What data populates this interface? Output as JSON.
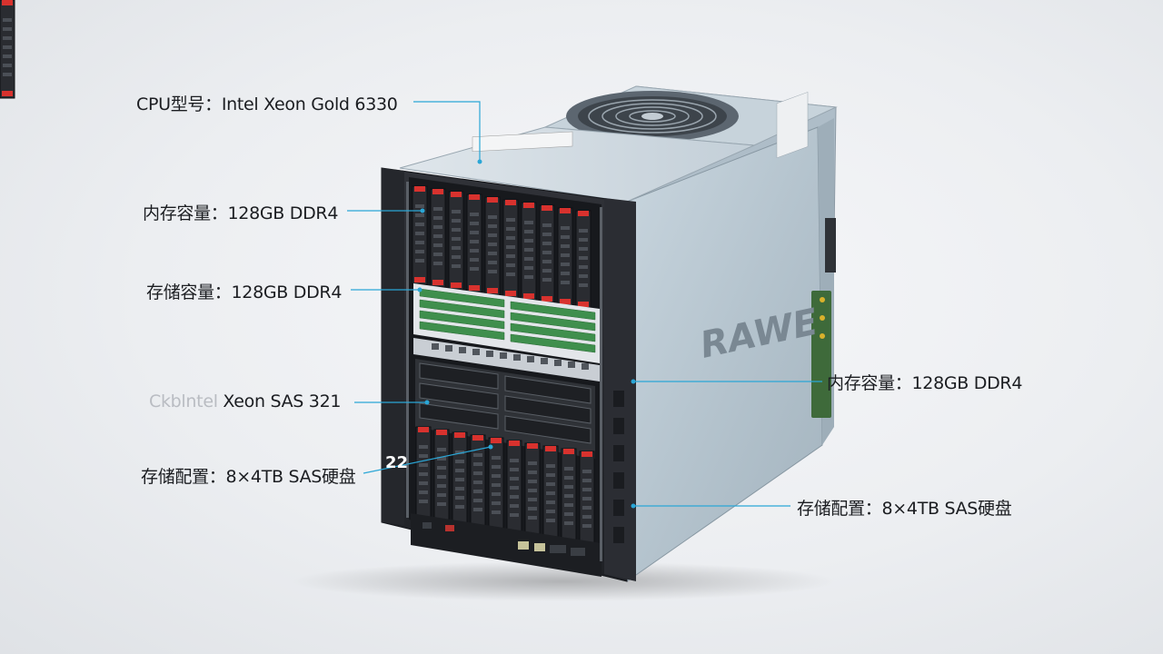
{
  "image": {
    "subject": "rack-server-product-photo",
    "brand_text": "RAWE",
    "front_badge": "22"
  },
  "callouts": [
    {
      "id": "cpu",
      "text": "CPU型号：Intel Xeon Gold 6330"
    },
    {
      "id": "memory-left",
      "text": "内存容量：128GB DDR4"
    },
    {
      "id": "storage-capacity",
      "text": "存储容量：128GB DDR4"
    },
    {
      "id": "garbled",
      "text_faded": "Ckbl",
      "text_mid": "ntel",
      "text_dark": " Xeon SAS 321"
    },
    {
      "id": "storage-config-left",
      "text": "存储配置：8×4TB SAS硬盘"
    },
    {
      "id": "memory-right",
      "text": "内存容量：128GB DDR4"
    },
    {
      "id": "storage-config-right",
      "text": "存储配置：8×4TB SAS硬盘"
    }
  ],
  "colors": {
    "leader_line": "#2aa6d6",
    "chassis_side": "#b7c7d2",
    "front_frame": "#2a2c31",
    "drive_accent": "#d8322e",
    "dimm_green": "#3f8f4d"
  }
}
